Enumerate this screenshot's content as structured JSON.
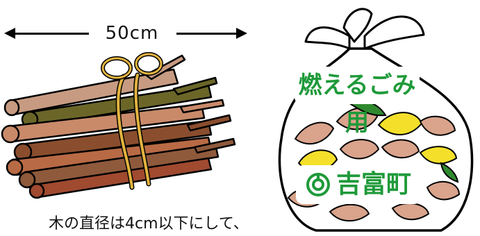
{
  "measurement": {
    "label": "50cm"
  },
  "caption": {
    "text": "木の直径は4cm以下にして、"
  },
  "bag": {
    "title": "燃えるごみ用",
    "town_name": "吉富町"
  },
  "colors": {
    "bag_label_green": "#1f9a3a",
    "rope": "#e2b33f",
    "leaf_yellow": "#f4e02a",
    "leaf_green": "#2f8a2f",
    "leaf_brown": "#d9a38c"
  }
}
